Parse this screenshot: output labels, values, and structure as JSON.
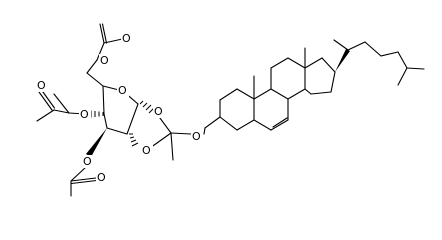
{
  "structure": {
    "atoms": [
      {
        "id": "o_acetyl_top",
        "label": "O"
      },
      {
        "id": "o_ester_c6",
        "label": "O"
      },
      {
        "id": "o_ring",
        "label": "O"
      },
      {
        "id": "o_acetyl_left",
        "label": "O"
      },
      {
        "id": "o_ester_c4",
        "label": "O"
      },
      {
        "id": "o_dioxolane_1",
        "label": "O"
      },
      {
        "id": "o_dioxolane_2",
        "label": "O"
      },
      {
        "id": "o_ester_c3",
        "label": "O"
      },
      {
        "id": "o_acetyl_bottom",
        "label": "O"
      },
      {
        "id": "o_steroid_ether",
        "label": "O"
      }
    ]
  }
}
